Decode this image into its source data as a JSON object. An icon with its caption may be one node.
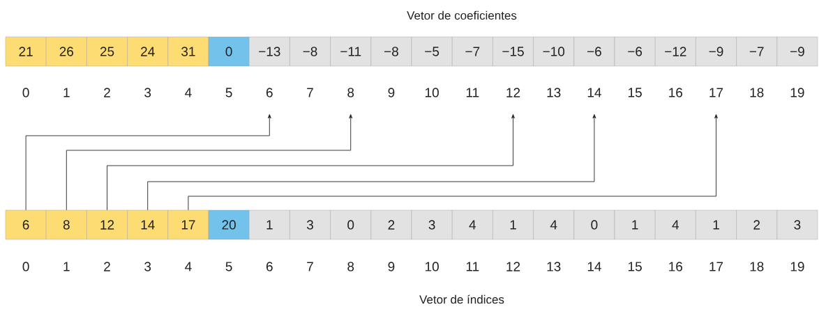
{
  "diagram": {
    "nodes": [
      {
        "text": [
          "21"
        ]
      },
      {
        "text": [
          "26"
        ]
      },
      {
        "text": [
          "25"
        ]
      },
      {
        "text": [
          "24"
        ]
      },
      {
        "text": [
          "31"
        ]
      },
      {
        "text": [
          "0"
        ]
      },
      {
        "text": [
          "−13"
        ]
      },
      {
        "text": [
          "−8"
        ]
      },
      {
        "text": [
          "−11"
        ]
      },
      {
        "text": [
          "−8"
        ]
      },
      {
        "text": [
          "−5"
        ]
      },
      {
        "text": [
          "−7"
        ]
      },
      {
        "text": [
          "−15"
        ]
      },
      {
        "text": [
          "−10"
        ]
      },
      {
        "text": [
          "−6"
        ]
      },
      {
        "text": [
          "−6"
        ]
      },
      {
        "text": [
          "−12"
        ]
      },
      {
        "text": [
          "−9"
        ]
      },
      {
        "text": [
          "−7"
        ]
      },
      {
        "text": [
          "−9"
        ]
      },
      {
        "text": [
          "6"
        ]
      },
      {
        "text": [
          "8"
        ]
      },
      {
        "text": [
          "12"
        ]
      },
      {
        "text": [
          "14"
        ]
      },
      {
        "text": [
          "17"
        ]
      },
      {
        "text": [
          "20"
        ]
      },
      {
        "text": [
          "1"
        ]
      },
      {
        "text": [
          "3"
        ]
      },
      {
        "text": [
          "0"
        ]
      },
      {
        "text": [
          "2"
        ]
      },
      {
        "text": [
          "3"
        ]
      },
      {
        "text": [
          "4"
        ]
      },
      {
        "text": [
          "1"
        ]
      },
      {
        "text": [
          "4"
        ]
      },
      {
        "text": [
          "0"
        ]
      },
      {
        "text": [
          "1"
        ]
      },
      {
        "text": [
          "4"
        ]
      },
      {
        "text": [
          "1"
        ]
      },
      {
        "text": [
          "2"
        ]
      },
      {
        "text": [
          "3"
        ]
      }
    ],
    "edges": [
      {
        "from": 20,
        "to": 6,
        "arrow": "to"
      },
      {
        "from": 21,
        "to": 8,
        "arrow": "to"
      },
      {
        "from": 22,
        "to": 12,
        "arrow": "to"
      },
      {
        "from": 23,
        "to": 14,
        "arrow": "to"
      },
      {
        "from": 24,
        "to": 17,
        "arrow": "to"
      }
    ],
    "labels": [
      "Vetor de coeficientes",
      "0",
      "1",
      "2",
      "3",
      "4",
      "5",
      "6",
      "7",
      "8",
      "9",
      "10",
      "11",
      "12",
      "13",
      "14",
      "15",
      "16",
      "17",
      "18",
      "19",
      "0",
      "1",
      "2",
      "3",
      "4",
      "5",
      "6",
      "7",
      "8",
      "9",
      "10",
      "11",
      "12",
      "13",
      "14",
      "15",
      "16",
      "17",
      "18",
      "19",
      "Vetor de índices"
    ]
  }
}
